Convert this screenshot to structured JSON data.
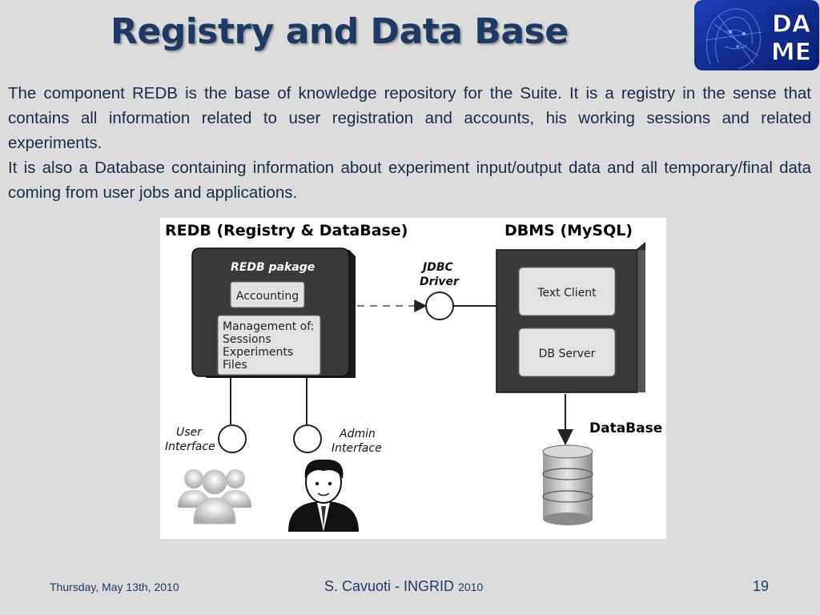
{
  "slide": {
    "title": "Registry and Data Base",
    "logo_text_top": "DA",
    "logo_text_bottom": "ME",
    "paragraphs": [
      "The component REDB is the base of knowledge repository for the Suite. It is a registry in the sense that contains all information related to user registration and accounts, his working sessions and related experiments.",
      "It is also a Database containing information about experiment input/output data and all temporary/final data coming from user jobs and applications."
    ]
  },
  "diagram": {
    "redb_title": "REDB (Registry & DataBase)",
    "redb_package": "REDB pakage",
    "accounting": "Accounting",
    "management_lines": [
      "Management of:",
      "Sessions",
      "Experiments",
      "Files"
    ],
    "jdbc_lines": [
      "JDBC",
      "Driver"
    ],
    "dbms_title": "DBMS (MySQL)",
    "text_client": "Text Client",
    "db_server": "DB Server",
    "database": "DataBase",
    "user_interface_lines": [
      "User",
      "Interface"
    ],
    "admin_interface_lines": [
      "Admin",
      "Interface"
    ]
  },
  "footer": {
    "date": "Thursday, May 13th, 2010",
    "author": "S. Cavuoti - INGRID",
    "author_year": "2010",
    "page": "19"
  },
  "colors": {
    "title": "#1f3864",
    "background": "#dcdcdc",
    "box_dark": "#3a3a3a",
    "box_light": "#e2e2e2"
  }
}
